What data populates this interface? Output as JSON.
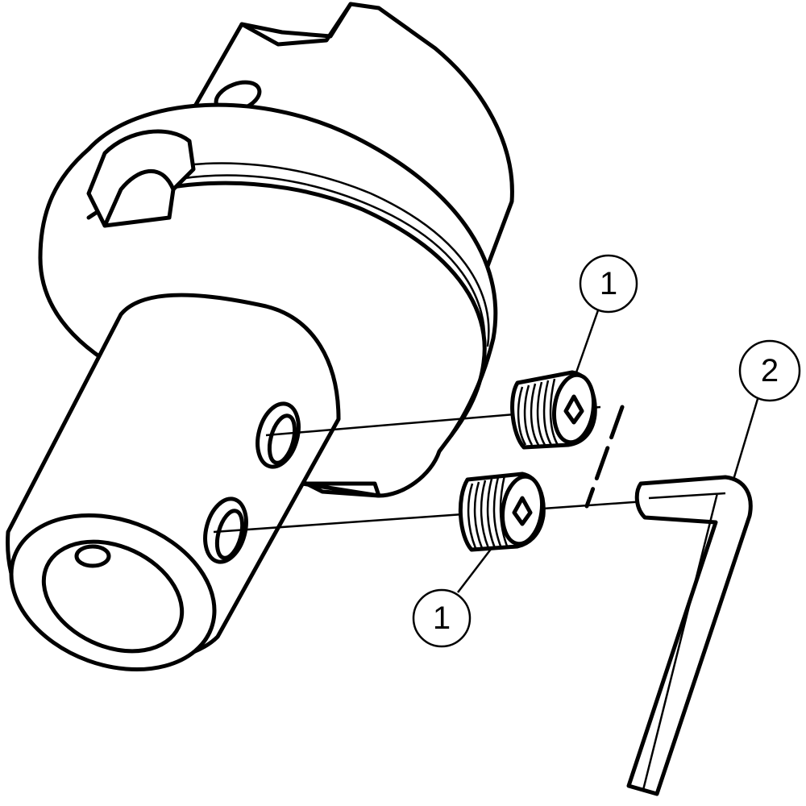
{
  "diagram": {
    "callouts": [
      {
        "label": "1",
        "part": "set-screw-upper"
      },
      {
        "label": "1",
        "part": "set-screw-lower"
      },
      {
        "label": "2",
        "part": "hex-key"
      }
    ],
    "line_color": "#000000",
    "background": "#ffffff"
  }
}
